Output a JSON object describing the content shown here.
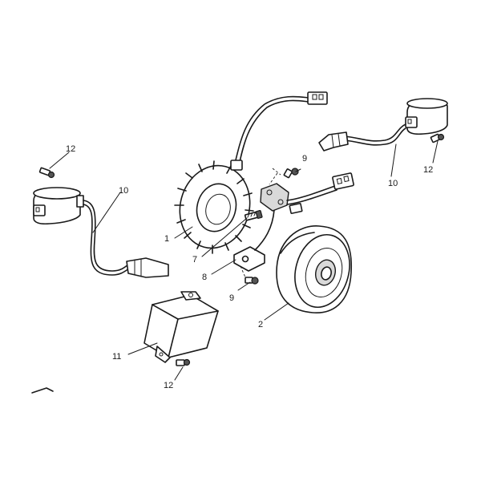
{
  "callouts": {
    "stator": "1",
    "flywheel": "2",
    "screw_stator": "7",
    "pickup": "8",
    "screw_pickup_top": "9",
    "screw_pickup_bottom": "9",
    "coil_left": "10",
    "coil_right": "10",
    "cdi": "11",
    "bolt_left": "12",
    "bolt_right": "12",
    "bolt_bottom": "12"
  }
}
